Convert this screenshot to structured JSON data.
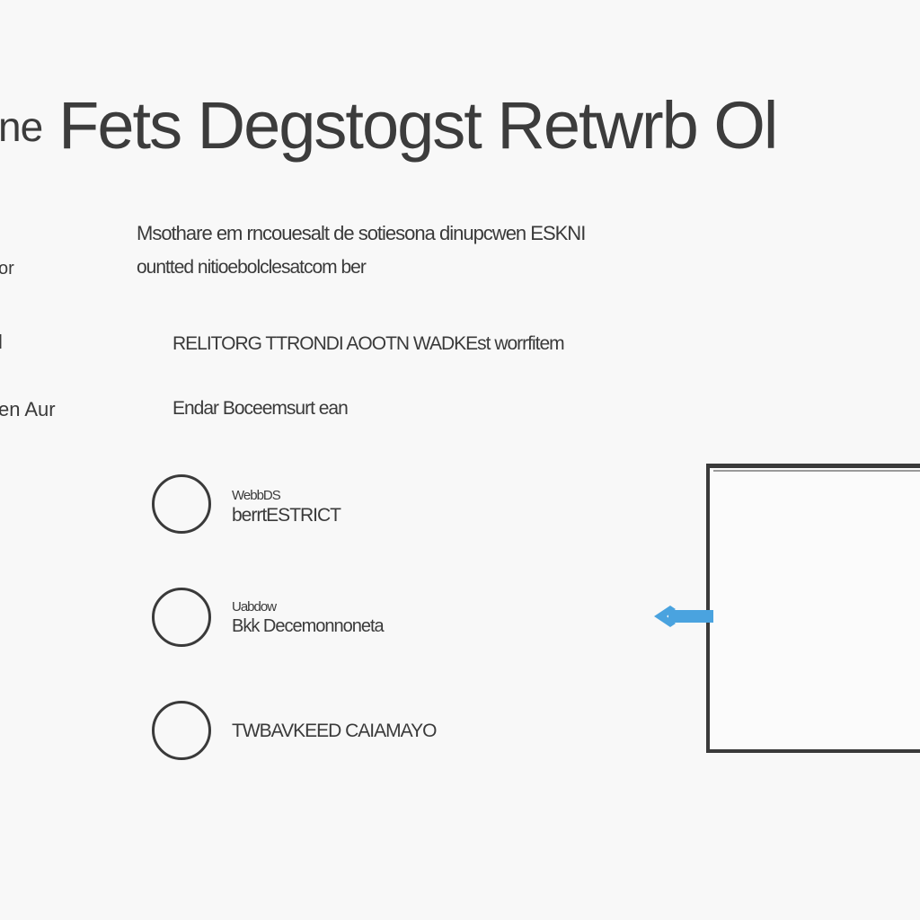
{
  "header": {
    "title_prefix": "ne",
    "title": "Fets Degstogst Retwrb Ol"
  },
  "side_labels": [
    "or",
    "l",
    "en Aur"
  ],
  "description": {
    "line1": "Msothare em rncouesalt de sotiesona dinupcwen ESKNI",
    "line2": "ountted nitioebolclesatcom ber"
  },
  "settings": {
    "row1": "RELITORG TTRONDI AOOTN WADKEst worrfitem",
    "row2": "Endar Boceemsurt ean"
  },
  "options": [
    {
      "small": "WebbDS",
      "main": "berrtESTRICT"
    },
    {
      "small": "Uabdow",
      "main": "Bkk Decemonnoneta"
    },
    {
      "small": "",
      "main": "TWBAVKEED CAIAMAYO"
    }
  ],
  "icons": {
    "arrow": "arrow-left-icon"
  },
  "colors": {
    "accent": "#4aa3df",
    "text": "#3a3a3a",
    "background": "#f8f8f8"
  }
}
